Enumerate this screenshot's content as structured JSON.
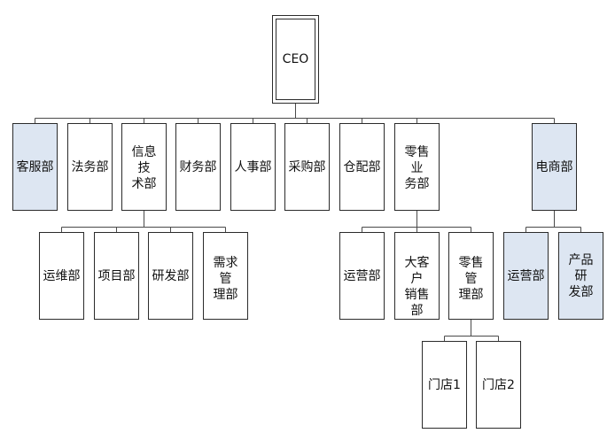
{
  "chart": {
    "ceo": "CEO",
    "departments": {
      "customer_service": "客服部",
      "legal": "法务部",
      "it": "信息技\n术部",
      "finance": "财务部",
      "hr": "人事部",
      "procurement": "采购部",
      "warehouse": "仓配部",
      "retail": "零售业\n务部",
      "ecommerce": "电商部"
    },
    "it_sub": {
      "ops": "运维部",
      "project": "项目部",
      "dev": "研发部",
      "requirements": "需求管\n理部"
    },
    "retail_sub": {
      "operations": "运营部",
      "key_accounts": "大客户\n销售部",
      "retail_mgmt": "零售管\n理部"
    },
    "store_sub": {
      "store1": "门店1",
      "store2": "门店2"
    },
    "ecommerce_sub": {
      "operations": "运营部",
      "product_dev": "产品研\n发部"
    }
  },
  "colors": {
    "highlight_fill": "#dde6f2",
    "border": "#2b2b2b",
    "connector": "#4a4a4a"
  }
}
